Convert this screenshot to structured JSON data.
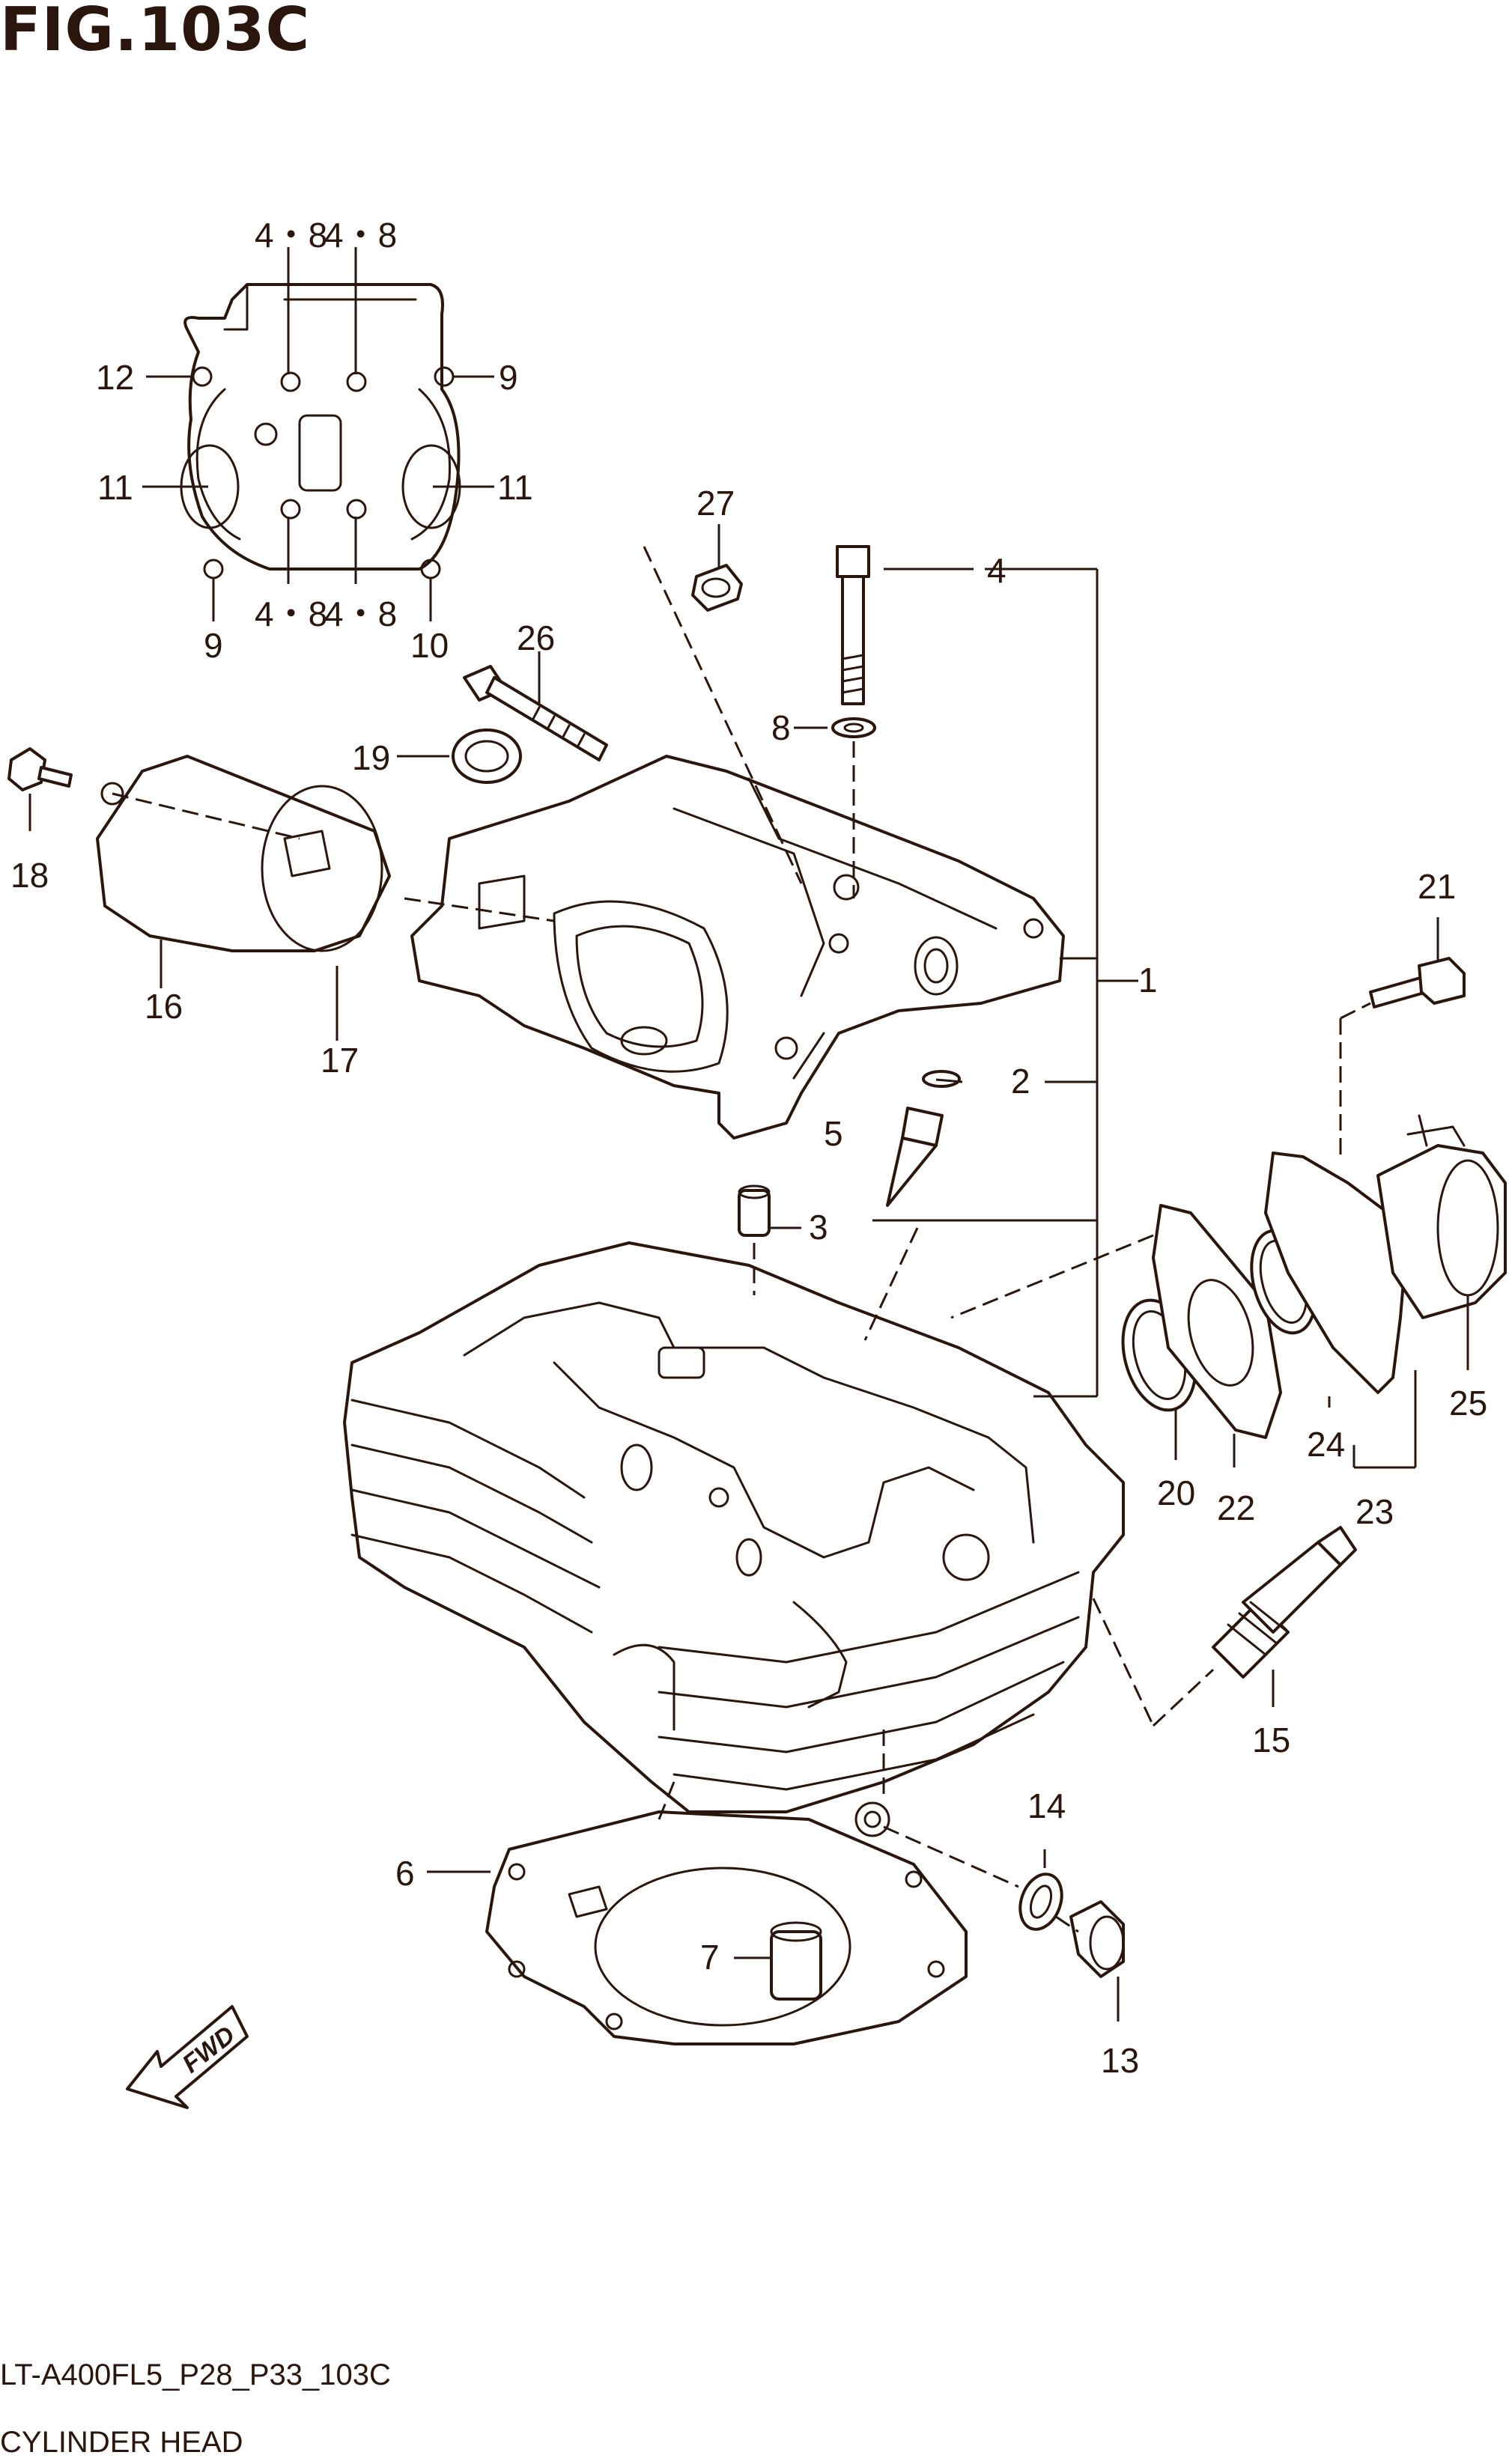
{
  "figure": {
    "title": "FIG.103C",
    "code": "LT-A400FL5_P28_P33_103C",
    "name": "CYLINDER HEAD",
    "fwd_label": "FWD"
  },
  "callouts": {
    "c1": "1",
    "c2": "2",
    "c3": "3",
    "c4": "4",
    "c5": "5",
    "c6": "6",
    "c7": "7",
    "c8": "8",
    "c9a": "9",
    "c9b": "9",
    "c10": "10",
    "c11a": "11",
    "c11b": "11",
    "c12": "12",
    "c13": "13",
    "c14": "14",
    "c15": "15",
    "c16": "16",
    "c17": "17",
    "c18": "18",
    "c19": "19",
    "c20": "20",
    "c21": "21",
    "c22": "22",
    "c23": "23",
    "c24": "24",
    "c25": "25",
    "c26": "26",
    "c27": "27",
    "c48a": "4・8",
    "c48b": "4・8",
    "c48c": "4・8",
    "c48d": "4・8"
  },
  "colors": {
    "ink": "#2a160d",
    "background": "#ffffff"
  }
}
